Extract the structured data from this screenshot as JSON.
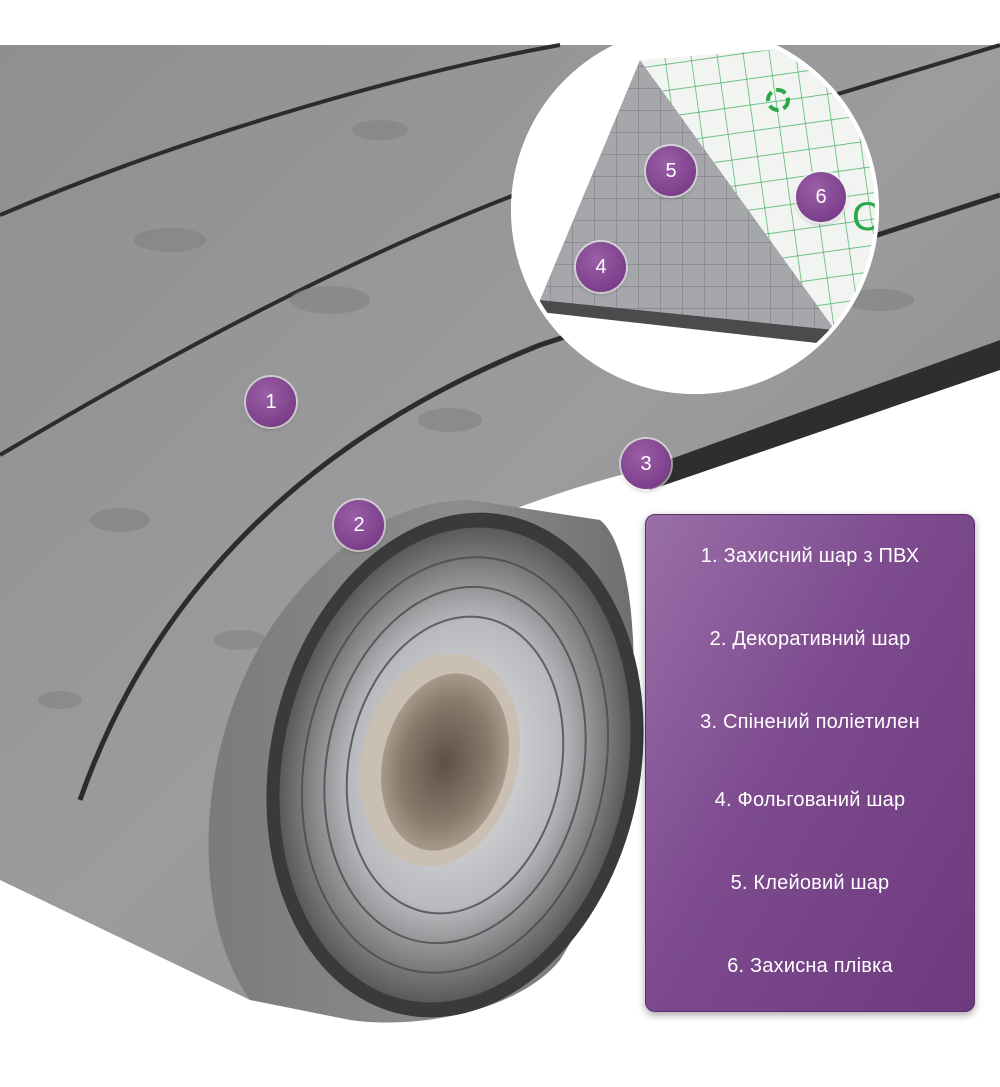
{
  "image": {
    "description_colors": {
      "marker": "#7d3f8c",
      "legend_background": "#7d4a8e",
      "legend_text": "#ffffff",
      "material_surface": "#8e8e90",
      "foil": "#c8c9cc",
      "protective_film_grid": "#2aa84a"
    }
  },
  "markers": [
    "1",
    "2",
    "3",
    "4",
    "5",
    "6"
  ],
  "legend": {
    "items": [
      "1. Захисний шар з ПВХ",
      "2. Декоративний шар",
      "3. Спінений поліетилен",
      "4. Фольгований шар",
      "5. Клейовий шар",
      "6. Захисна плівка"
    ]
  }
}
